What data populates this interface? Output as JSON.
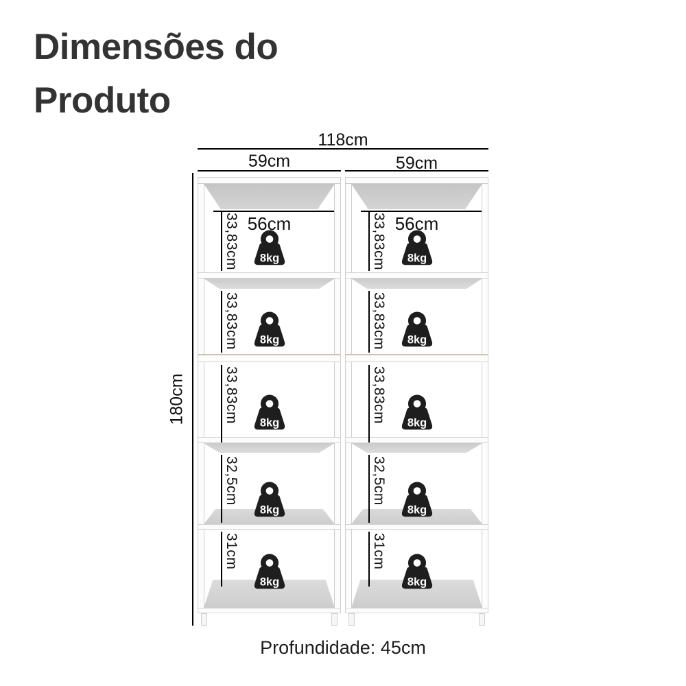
{
  "title": "Dimensões do Produto",
  "diagram": {
    "total_width_label": "118cm",
    "left_column_width_label": "59cm",
    "right_column_width_label": "59cm",
    "total_height_label": "180cm",
    "inner_width_label": "56cm",
    "shelf_load_label": "8kg",
    "compartment_heights": [
      "33,83cm",
      "33,83cm",
      "33,83cm",
      "32,5cm",
      "31cm"
    ]
  },
  "footer": {
    "depth_label": "Profundidade: 45cm"
  },
  "colors": {
    "title_text": "#333333",
    "dimension_line": "#000000",
    "frame_white": "#fcfcfc",
    "frame_border": "#cfcfcf",
    "panel_gray": "#cdcdcd",
    "weight_icon": "#1e1e1e",
    "weight_text": "#ffffff"
  }
}
